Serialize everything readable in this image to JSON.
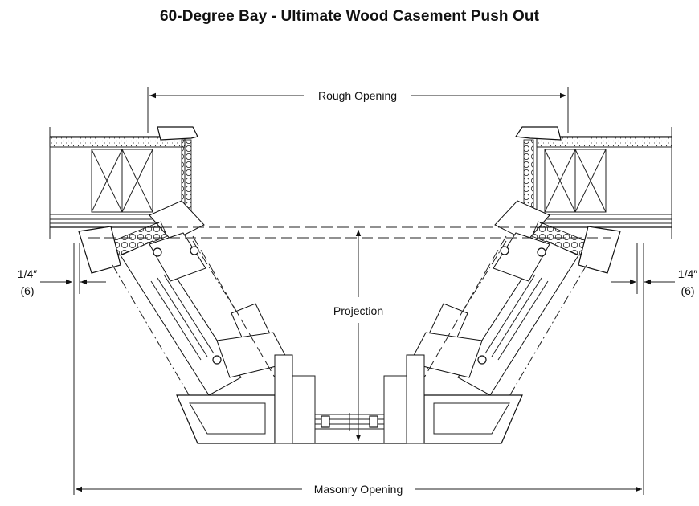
{
  "title": "60-Degree Bay - Ultimate Wood Casement Push Out",
  "labels": {
    "rough_opening": "Rough Opening",
    "masonry_opening": "Masonry Opening",
    "projection": "Projection",
    "left_gap_fraction": "1/4″",
    "left_gap_metric": "(6)",
    "right_gap_fraction": "1/4″",
    "right_gap_metric": "(6)"
  }
}
